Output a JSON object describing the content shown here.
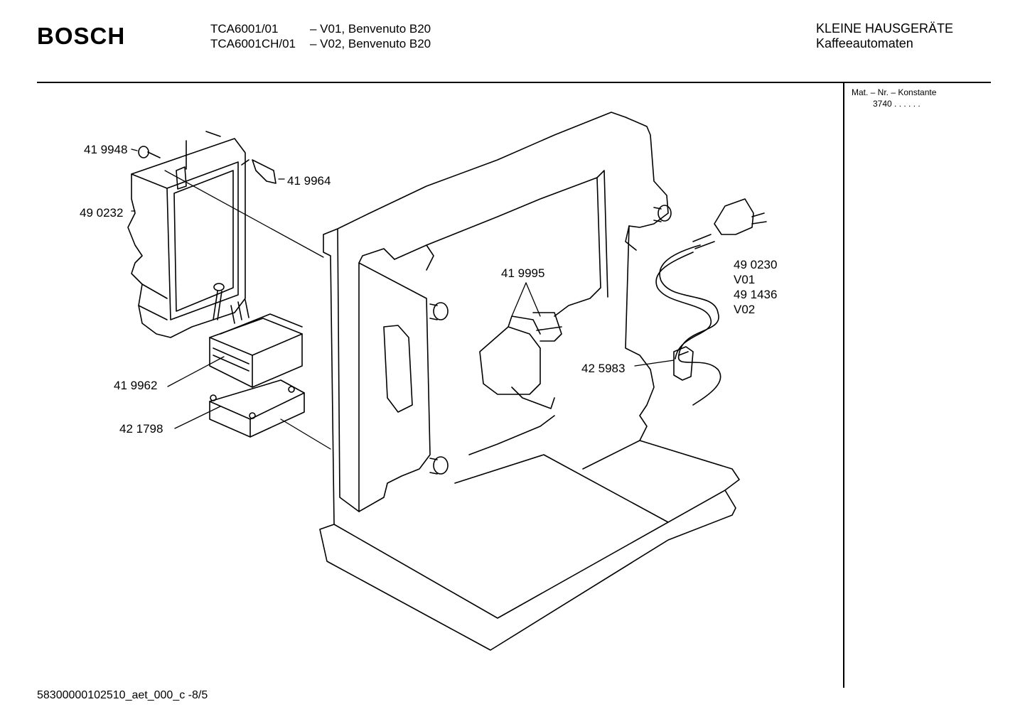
{
  "header": {
    "brand": "BOSCH",
    "models": [
      "TCA6001/01",
      "TCA6001CH/01"
    ],
    "variants": [
      "– V01, Benvenuto B20",
      "– V02, Benvenuto B20"
    ],
    "category_line1": "KLEINE HAUSGERÄTE",
    "category_line2": "Kaffeeautomaten"
  },
  "sidebar": {
    "mat_label": "Mat. – Nr. – Konstante",
    "mat_value": "3740  .  .  .  .  .  ."
  },
  "callouts": {
    "part_419948": "41 9948",
    "part_419964": "41 9964",
    "part_490232": "49 0232",
    "part_419995": "41 9995",
    "part_490230": "49 0230",
    "variant_v01": "V01",
    "part_491436": "49 1436",
    "variant_v02": "V02",
    "part_425983": "42 5983",
    "part_419962": "41 9962",
    "part_421798": "42 1798"
  },
  "footer": {
    "doc_id": "58300000102510_aet_000_c -8/5"
  }
}
